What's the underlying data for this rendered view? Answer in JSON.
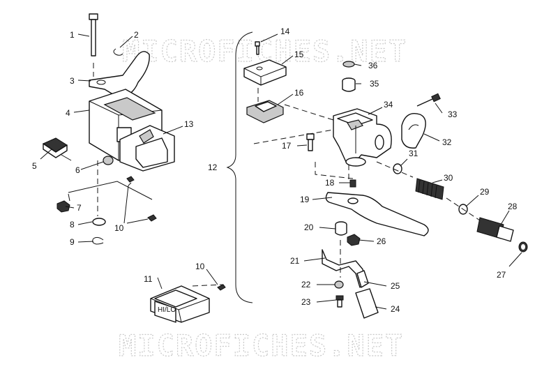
{
  "watermark": "MICROFICHES.NET",
  "switch_label": "HI/LO",
  "group_bracket_label": "12",
  "callouts": [
    {
      "id": "c1",
      "text": "1"
    },
    {
      "id": "c2",
      "text": "2"
    },
    {
      "id": "c3",
      "text": "3"
    },
    {
      "id": "c4",
      "text": "4"
    },
    {
      "id": "c5",
      "text": "5"
    },
    {
      "id": "c6",
      "text": "6"
    },
    {
      "id": "c7",
      "text": "7"
    },
    {
      "id": "c8",
      "text": "8"
    },
    {
      "id": "c9",
      "text": "9"
    },
    {
      "id": "c10a",
      "text": "10"
    },
    {
      "id": "c10b",
      "text": "10"
    },
    {
      "id": "c11",
      "text": "11"
    },
    {
      "id": "c13",
      "text": "13"
    },
    {
      "id": "c14",
      "text": "14"
    },
    {
      "id": "c15",
      "text": "15"
    },
    {
      "id": "c16",
      "text": "16"
    },
    {
      "id": "c17",
      "text": "17"
    },
    {
      "id": "c18",
      "text": "18"
    },
    {
      "id": "c19",
      "text": "19"
    },
    {
      "id": "c20",
      "text": "20"
    },
    {
      "id": "c21",
      "text": "21"
    },
    {
      "id": "c22",
      "text": "22"
    },
    {
      "id": "c23",
      "text": "23"
    },
    {
      "id": "c24",
      "text": "24"
    },
    {
      "id": "c25",
      "text": "25"
    },
    {
      "id": "c26",
      "text": "26"
    },
    {
      "id": "c27",
      "text": "27"
    },
    {
      "id": "c28",
      "text": "28"
    },
    {
      "id": "c29",
      "text": "29"
    },
    {
      "id": "c30",
      "text": "30"
    },
    {
      "id": "c31",
      "text": "31"
    },
    {
      "id": "c32",
      "text": "32"
    },
    {
      "id": "c33",
      "text": "33"
    },
    {
      "id": "c34",
      "text": "34"
    },
    {
      "id": "c35",
      "text": "35"
    },
    {
      "id": "c36",
      "text": "36"
    }
  ]
}
